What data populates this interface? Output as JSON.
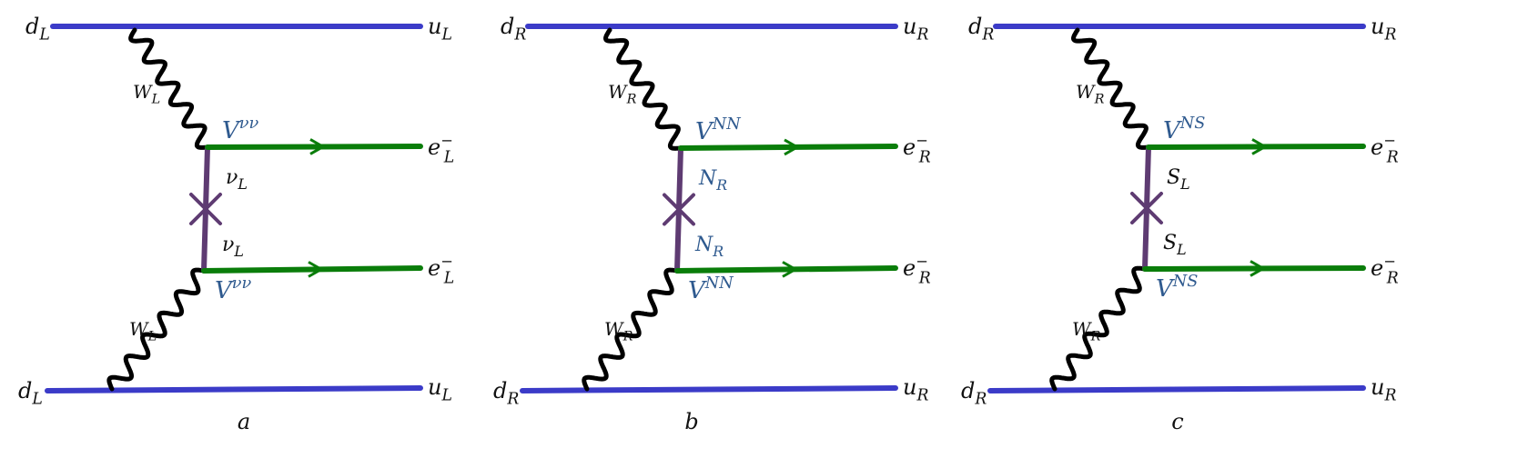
{
  "colors": {
    "quark": "#3b3bc8",
    "lepton": "#0a7d0a",
    "boson": "#000000",
    "neutrino": "#5e3b72",
    "vertex_label": "#2f5a8f",
    "label": "#111111"
  },
  "icons": {
    "arrow": "arrow-icon",
    "mass_insertion": "cross-icon"
  },
  "diagrams": [
    {
      "id": "a",
      "caption": "a",
      "top_in": {
        "b": "d",
        "s": "L"
      },
      "top_out": {
        "b": "u",
        "s": "L"
      },
      "bot_in": {
        "b": "d",
        "s": "L"
      },
      "bot_out": {
        "b": "u",
        "s": "L"
      },
      "w_top": {
        "b": "W",
        "s": "L"
      },
      "w_bot": {
        "b": "W",
        "s": "L"
      },
      "e_top": {
        "b": "e",
        "sup": "−",
        "s": "L"
      },
      "e_bot": {
        "b": "e",
        "sup": "−",
        "s": "L"
      },
      "v_top": {
        "b": "V",
        "sup": "νν"
      },
      "v_bot": {
        "b": "V",
        "sup": "νν"
      },
      "n_top": {
        "b": "ν",
        "s": "L"
      },
      "n_bot": {
        "b": "ν",
        "s": "L"
      }
    },
    {
      "id": "b",
      "caption": "b",
      "top_in": {
        "b": "d",
        "s": "R"
      },
      "top_out": {
        "b": "u",
        "s": "R"
      },
      "bot_in": {
        "b": "d",
        "s": "R"
      },
      "bot_out": {
        "b": "u",
        "s": "R"
      },
      "w_top": {
        "b": "W",
        "s": "R"
      },
      "w_bot": {
        "b": "W",
        "s": "R"
      },
      "e_top": {
        "b": "e",
        "sup": "−",
        "s": "R"
      },
      "e_bot": {
        "b": "e",
        "sup": "−",
        "s": "R"
      },
      "v_top": {
        "b": "V",
        "sup": "NN"
      },
      "v_bot": {
        "b": "V",
        "sup": "NN"
      },
      "n_top": {
        "b": "N",
        "s": "R"
      },
      "n_bot": {
        "b": "N",
        "s": "R"
      }
    },
    {
      "id": "c",
      "caption": "c",
      "top_in": {
        "b": "d",
        "s": "R"
      },
      "top_out": {
        "b": "u",
        "s": "R"
      },
      "bot_in": {
        "b": "d",
        "s": "R"
      },
      "bot_out": {
        "b": "u",
        "s": "R"
      },
      "w_top": {
        "b": "W",
        "s": "R"
      },
      "w_bot": {
        "b": "W",
        "s": "R"
      },
      "e_top": {
        "b": "e",
        "sup": "−",
        "s": "R"
      },
      "e_bot": {
        "b": "e",
        "sup": "−",
        "s": "R"
      },
      "v_top": {
        "b": "V",
        "sup": "NS"
      },
      "v_bot": {
        "b": "V",
        "sup": "NS"
      },
      "n_top": {
        "b": "S",
        "s": "L"
      },
      "n_bot": {
        "b": "S",
        "s": "L"
      }
    }
  ]
}
